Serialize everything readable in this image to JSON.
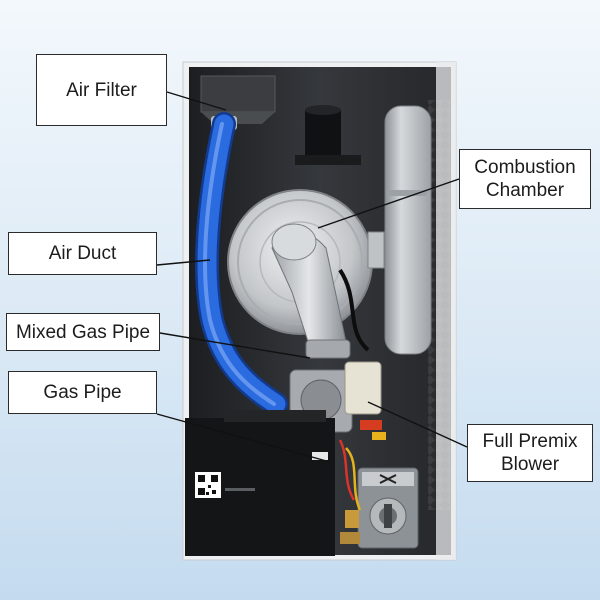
{
  "colors": {
    "background_top": "#f2f7fb",
    "background_bottom": "#c6dcef",
    "cabinet_white": "#eef0f1",
    "cabinet_interior": "#2c2e31",
    "air_duct_blue": "#1f5fd4",
    "chamber_silver": "#c9cbcd",
    "expansion_tank": "#bfc3c6",
    "pump_gray": "#8d9296",
    "leader_line": "#111111"
  },
  "icons": {
    "qr": "qr-code-icon",
    "pump_brand": "pump-logo-icon"
  },
  "labels": {
    "air_filter": "Air Filter",
    "air_duct": "Air Duct",
    "mixed_gas_pipe": "Mixed Gas Pipe",
    "gas_pipe": "Gas Pipe",
    "combustion_chamber": "Combustion\nChamber",
    "premix_blower": "Full Premix\nBlower"
  }
}
